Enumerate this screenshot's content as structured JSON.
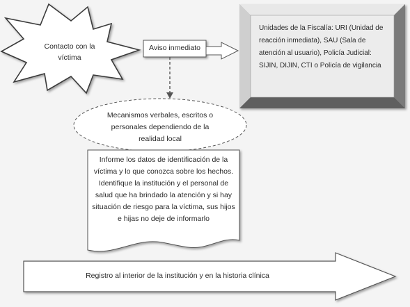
{
  "flow": {
    "start_event": "Contacto con la víctima",
    "immediate_notice": "Aviso inmediato",
    "recipients": "Unidades de la Fiscalía: URI (Unidad de reacción inmediata), SAU (Sala de atención al usuario), Policía Judicial: SIJIN, DIJIN, CTI o Policía de vigilancia",
    "channels": "Mecanismos verbales, escritos o personales dependiendo de la realidad local",
    "report_contents": "Informe los datos de identificación de la víctima y lo que conozca sobre los hechos. Identifique la institución y el personal de salud que ha brindado la atención y si hay situación de riesgo para la víctima, sus hijos e hijas no deje de informarlo",
    "final_step": "Registro al interior de la institución y en la historia clínica"
  }
}
